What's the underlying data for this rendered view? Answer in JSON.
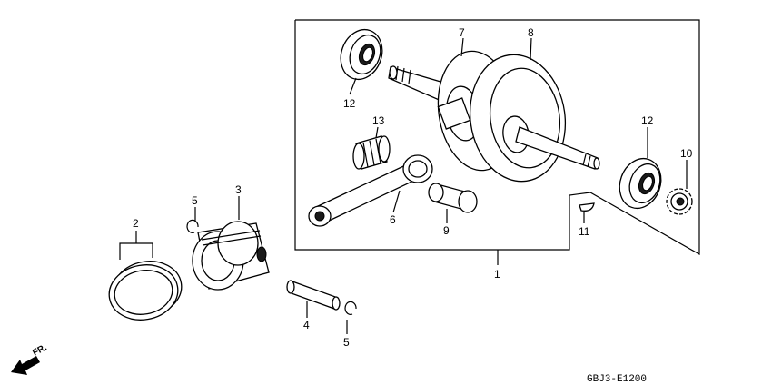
{
  "diagram": {
    "labels": [
      {
        "id": "p1",
        "text": "1"
      },
      {
        "id": "p2",
        "text": "2"
      },
      {
        "id": "p3",
        "text": "3"
      },
      {
        "id": "p4",
        "text": "4"
      },
      {
        "id": "p5a",
        "text": "5"
      },
      {
        "id": "p5b",
        "text": "5"
      },
      {
        "id": "p6",
        "text": "6"
      },
      {
        "id": "p7",
        "text": "7"
      },
      {
        "id": "p8",
        "text": "8"
      },
      {
        "id": "p9",
        "text": "9"
      },
      {
        "id": "p10",
        "text": "10"
      },
      {
        "id": "p11",
        "text": "11"
      },
      {
        "id": "p12a",
        "text": "12"
      },
      {
        "id": "p12b",
        "text": "12"
      },
      {
        "id": "p13",
        "text": "13"
      }
    ],
    "front_marker": "FR.",
    "diagram_code": "GBJ3-E1200"
  }
}
